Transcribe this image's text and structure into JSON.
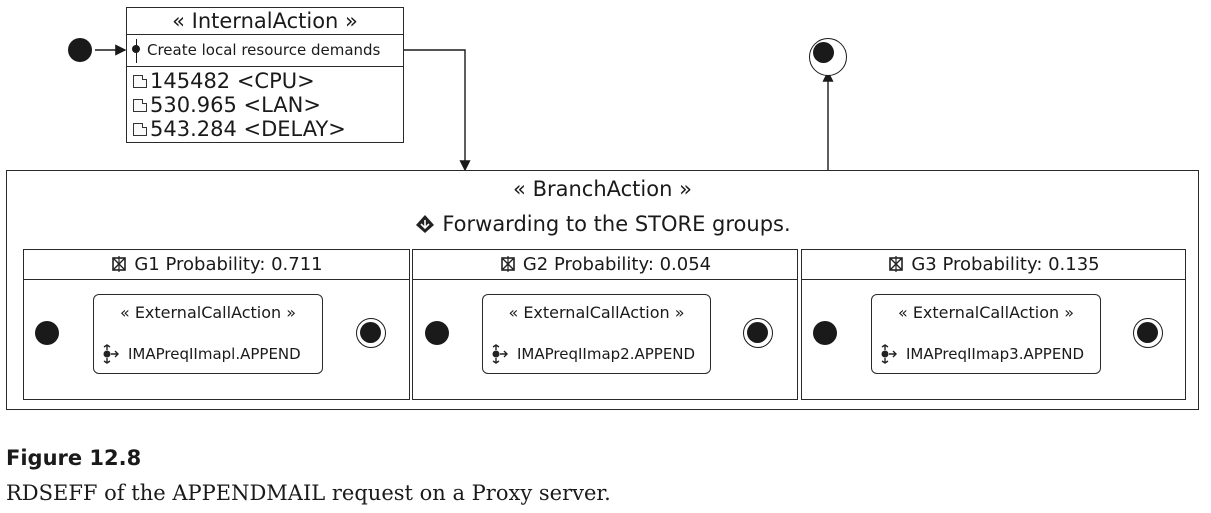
{
  "internal_action": {
    "stereotype": "« InternalAction »",
    "name": "Create local resource demands",
    "demands": [
      {
        "value": "145482 <CPU>"
      },
      {
        "value": "530.965 <LAN>"
      },
      {
        "value": "543.284 <DELAY>"
      }
    ]
  },
  "branch_action": {
    "stereotype": "« BranchAction »",
    "name": "Forwarding to the STORE groups.",
    "groups": [
      {
        "title": "G1 Probability: 0.711",
        "call_stereotype": "« ExternalCallAction »",
        "call": "IMAPreqIImapl.APPEND"
      },
      {
        "title": "G2 Probability: 0.054",
        "call_stereotype": "« ExternalCallAction »",
        "call": "IMAPreqIImap2.APPEND"
      },
      {
        "title": "G3 Probability: 0.135",
        "call_stereotype": "« ExternalCallAction »",
        "call": "IMAPreqIImap3.APPEND"
      }
    ]
  },
  "caption": {
    "label": "Figure 12.8",
    "text": "RDSEFF of the APPENDMAIL request on a Proxy server."
  }
}
